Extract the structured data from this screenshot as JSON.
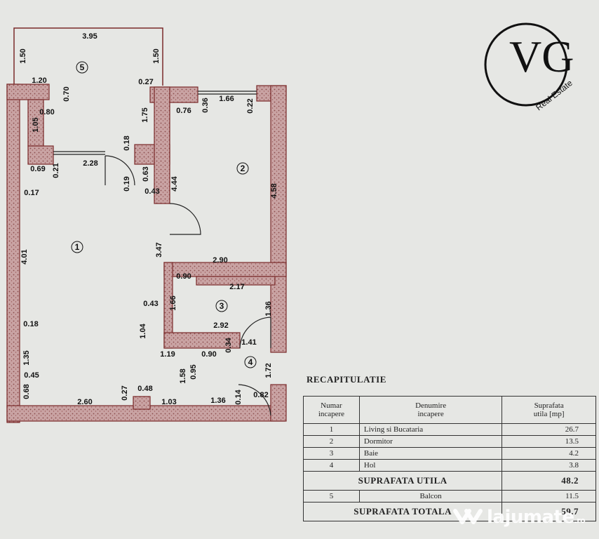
{
  "colors": {
    "wall": "#c9a3a3",
    "wall_border": "#7a2a2a",
    "background": "#e6e7e4"
  },
  "plan": {
    "rooms": [
      {
        "id": "1",
        "label": "1"
      },
      {
        "id": "2",
        "label": "2"
      },
      {
        "id": "3",
        "label": "3"
      },
      {
        "id": "4",
        "label": "4"
      },
      {
        "id": "5",
        "label": "5"
      }
    ],
    "dimensions": [
      "3.95",
      "1.50",
      "1.50",
      "1.20",
      "0.27",
      "0.70",
      "0.80",
      "1.05",
      "0.76",
      "0.36",
      "1.66",
      "0.22",
      "1.75",
      "0.69",
      "0.21",
      "2.28",
      "0.19",
      "0.18",
      "0.63",
      "0.43",
      "4.44",
      "4.58",
      "0.17",
      "4.01",
      "3.47",
      "2.90",
      "0.90",
      "2.17",
      "0.43",
      "1.66",
      "1.36",
      "0.18",
      "1.04",
      "2.92",
      "0.34",
      "1.41",
      "1.19",
      "0.90",
      "0.95",
      "1.35",
      "1.58",
      "1.72",
      "0.45",
      "0.68",
      "2.60",
      "0.27",
      "0.48",
      "1.03",
      "1.36",
      "0.14",
      "0.82"
    ]
  },
  "logo": {
    "letters": "VG",
    "tagline": "Real Estate"
  },
  "recap": {
    "title": "RECAPITULATIE",
    "headers": {
      "number": "Numar\nincapere",
      "name": "Denumire\nincapere",
      "area": "Suprafata\nutila [mp]"
    },
    "rows": [
      {
        "number": "1",
        "name": "Living si Bucataria",
        "area": "26.7"
      },
      {
        "number": "2",
        "name": "Dormitor",
        "area": "13.5"
      },
      {
        "number": "3",
        "name": "Baie",
        "area": "4.2"
      },
      {
        "number": "4",
        "name": "Hol",
        "area": "3.8"
      }
    ],
    "usable": {
      "label": "SUPRAFATA UTILA",
      "value": "48.2"
    },
    "balcony": {
      "number": "5",
      "name": "Balcon",
      "area": "11.5"
    },
    "total": {
      "label": "SUPRAFATA TOTALA",
      "value": "59.7"
    }
  },
  "watermark": {
    "brand": "lajumate",
    "tld": ".ro"
  }
}
